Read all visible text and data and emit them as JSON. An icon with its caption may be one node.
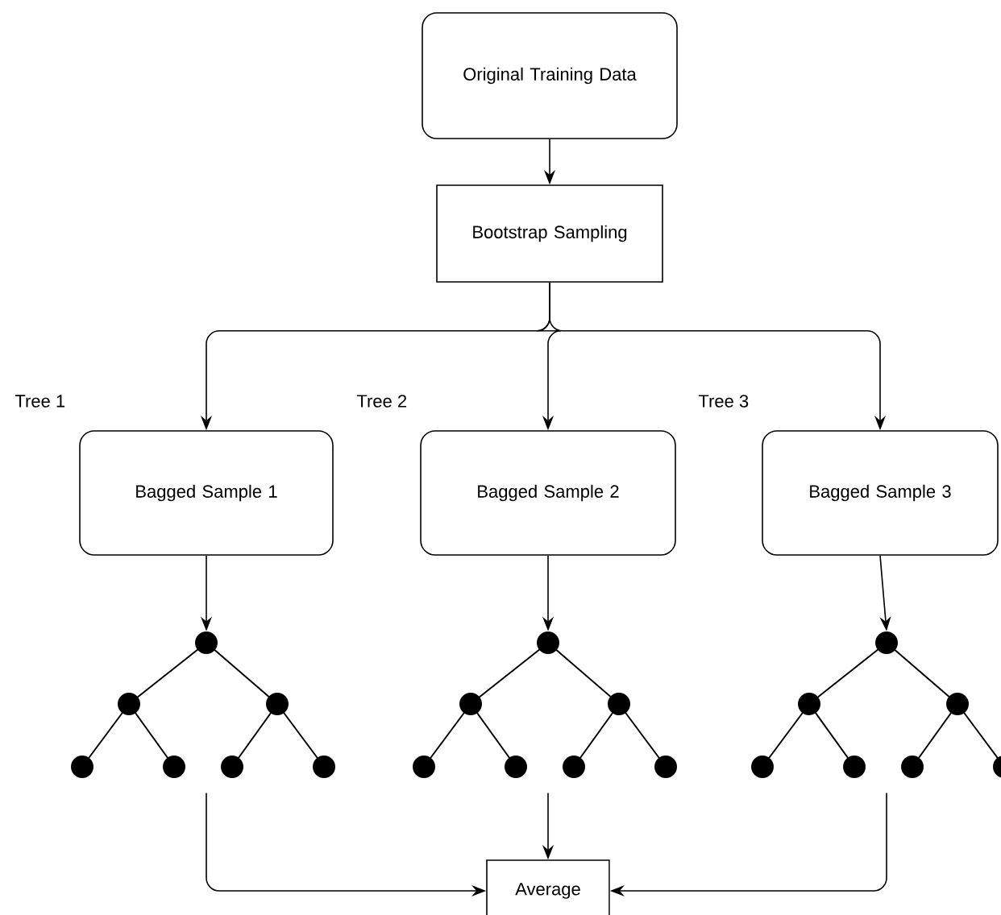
{
  "diagram": {
    "nodes": [
      {
        "text": [
          "Original Training Data"
        ]
      },
      {
        "text": [
          "Bootstrap Sampling"
        ]
      },
      {
        "text": [
          "Bagged Sample 1"
        ],
        "beside": [
          "Tree 1"
        ]
      },
      {
        "text": [
          "Bagged Sample 2"
        ],
        "beside": [
          "Tree 2"
        ]
      },
      {
        "text": [
          "Bagged Sample 3"
        ],
        "beside": [
          "Tree 3"
        ]
      },
      {
        "text": [],
        "shape": "tree"
      },
      {
        "text": [],
        "shape": "tree"
      },
      {
        "text": [],
        "shape": "tree"
      },
      {
        "text": [
          "Average"
        ]
      }
    ],
    "edges": [
      {
        "from": 0,
        "to": 1,
        "arrow": "to"
      },
      {
        "from": 1,
        "to": 2,
        "arrow": "to"
      },
      {
        "from": 1,
        "to": 3,
        "arrow": "to"
      },
      {
        "from": 1,
        "to": 4,
        "arrow": "to"
      },
      {
        "from": 2,
        "to": 5,
        "arrow": "to"
      },
      {
        "from": 3,
        "to": 6,
        "arrow": "to"
      },
      {
        "from": 4,
        "to": 7,
        "arrow": "to"
      },
      {
        "from": 5,
        "to": 8,
        "arrow": "to"
      },
      {
        "from": 6,
        "to": 8,
        "arrow": "to"
      },
      {
        "from": 7,
        "to": 8,
        "arrow": "to"
      }
    ]
  }
}
